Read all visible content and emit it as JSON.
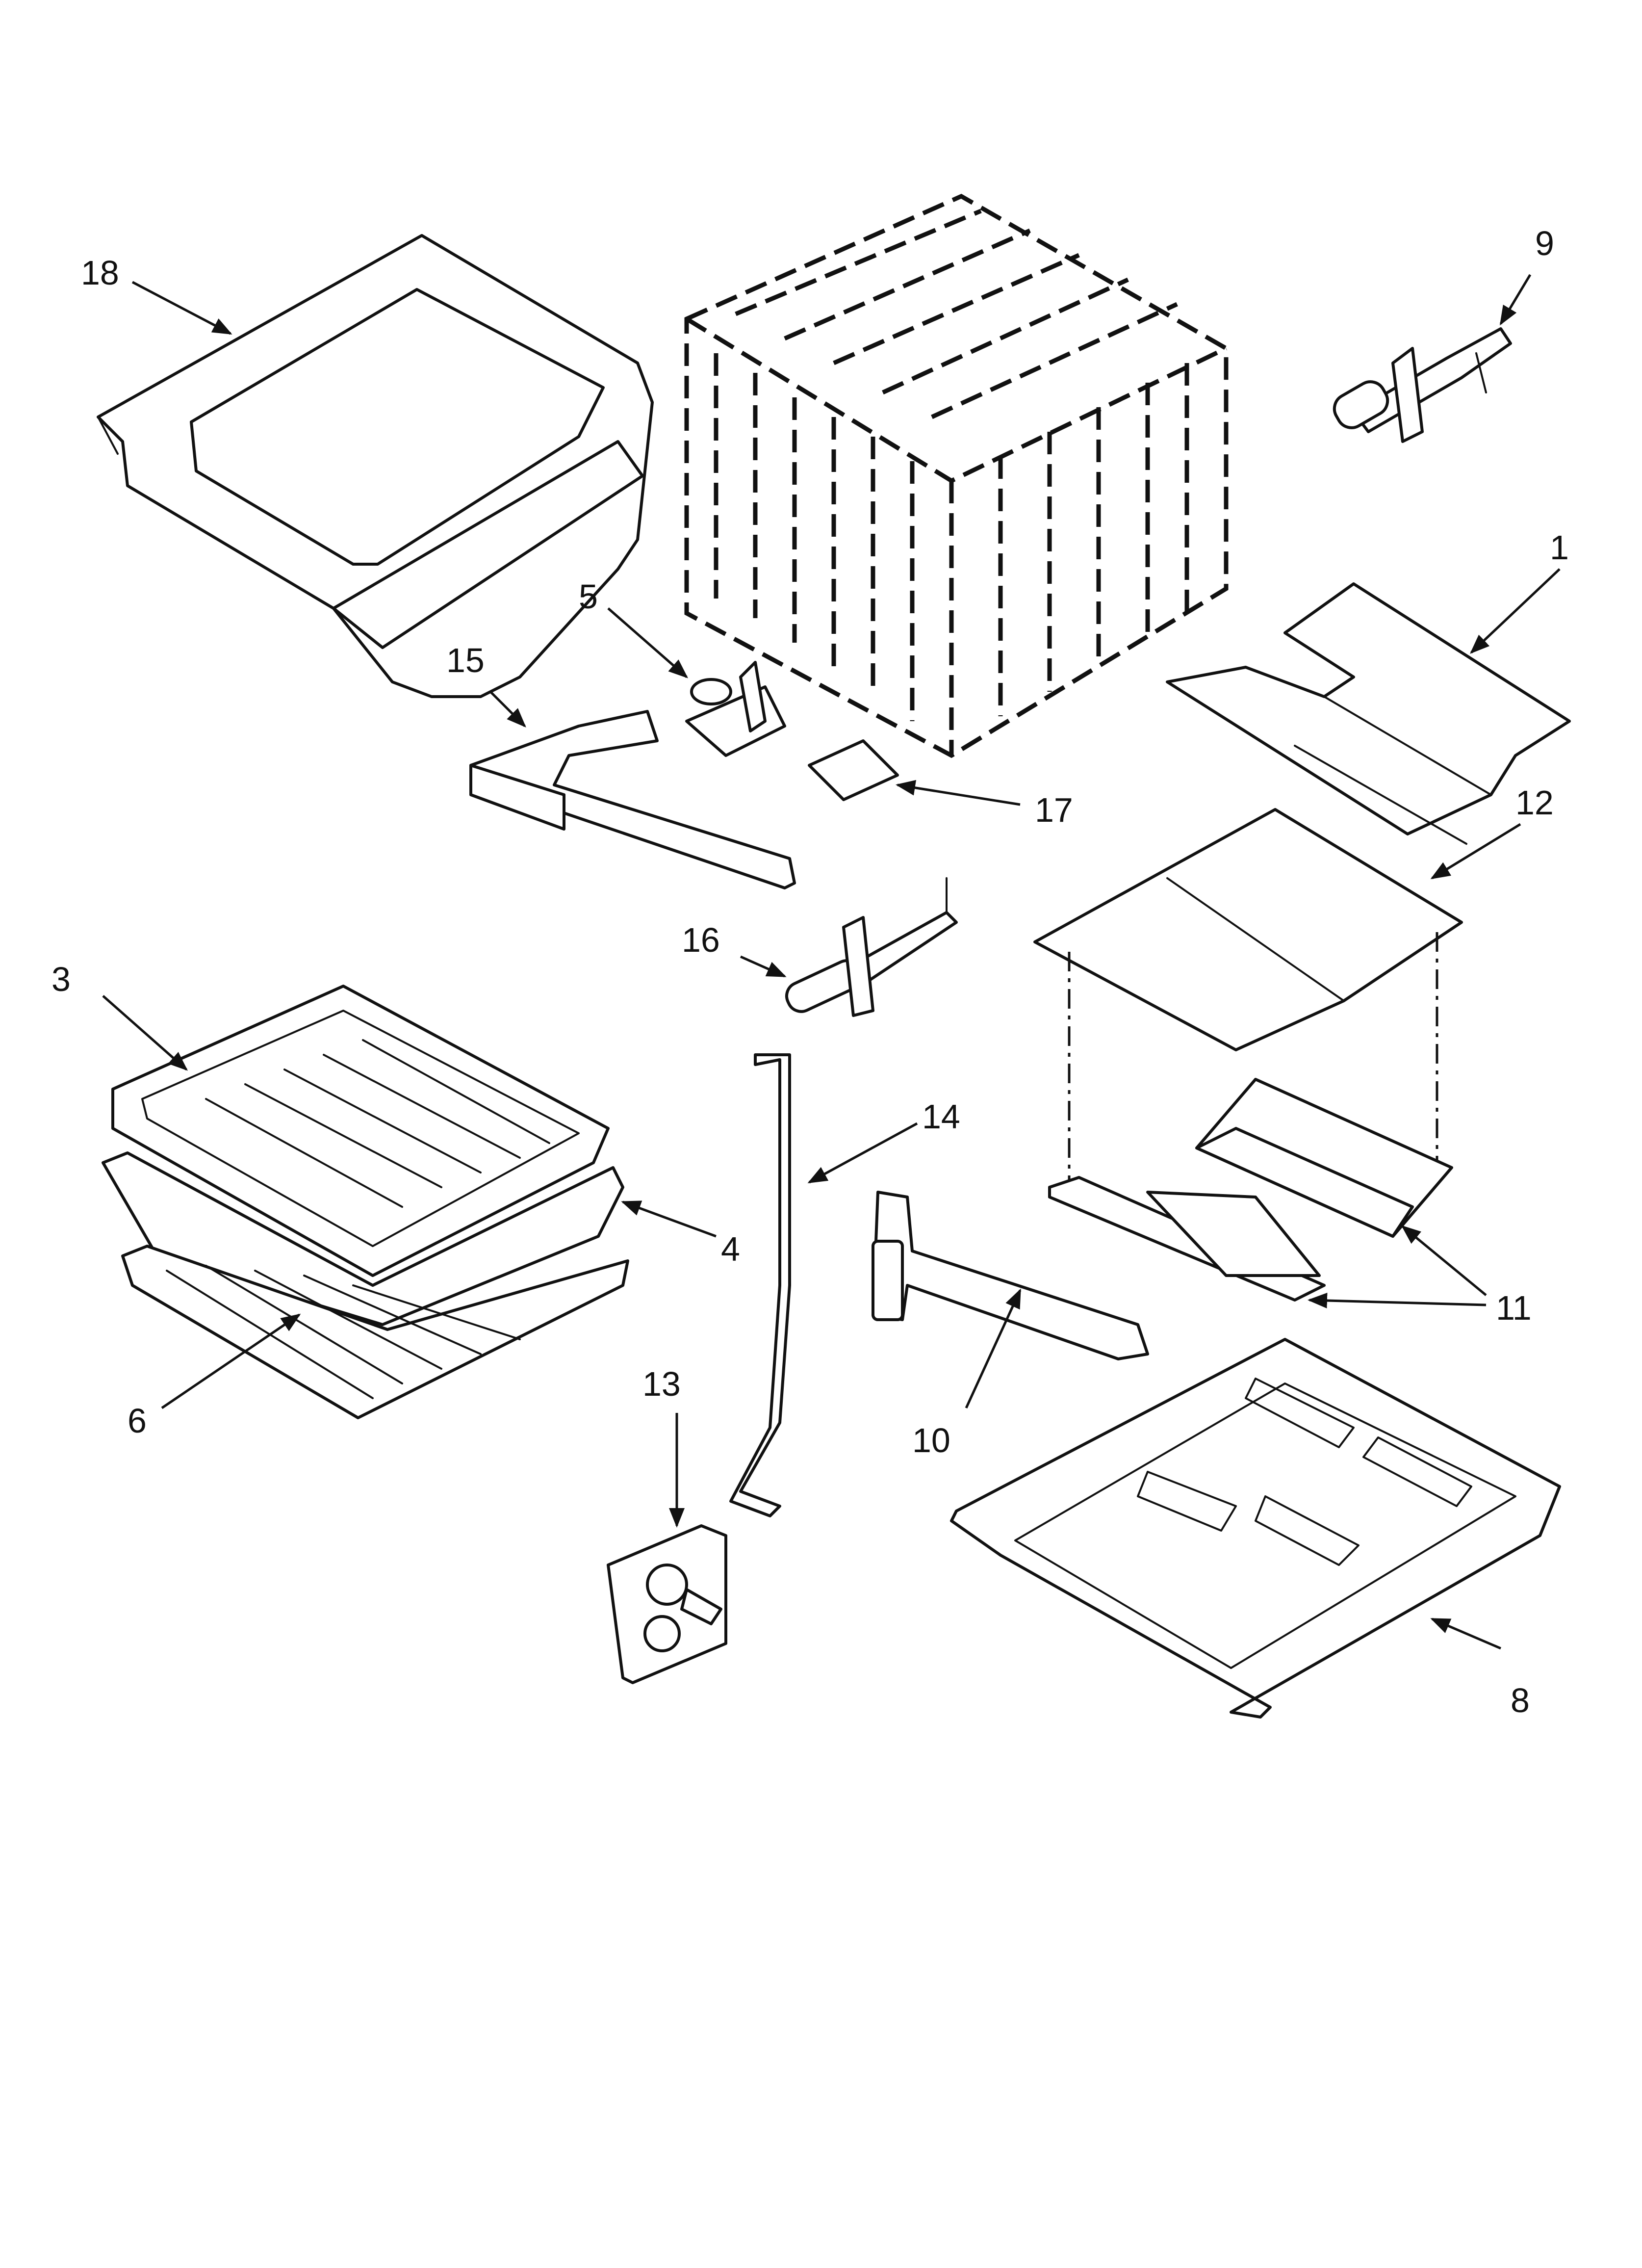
{
  "diagram": {
    "callouts": [
      {
        "id": "1",
        "label": "1"
      },
      {
        "id": "3",
        "label": "3"
      },
      {
        "id": "4",
        "label": "4"
      },
      {
        "id": "5",
        "label": "5"
      },
      {
        "id": "6",
        "label": "6"
      },
      {
        "id": "8",
        "label": "8"
      },
      {
        "id": "9",
        "label": "9"
      },
      {
        "id": "10",
        "label": "10"
      },
      {
        "id": "11",
        "label": "11"
      },
      {
        "id": "12",
        "label": "12"
      },
      {
        "id": "13",
        "label": "13"
      },
      {
        "id": "14",
        "label": "14"
      },
      {
        "id": "15",
        "label": "15"
      },
      {
        "id": "16",
        "label": "16"
      },
      {
        "id": "17",
        "label": "17"
      },
      {
        "id": "18",
        "label": "18"
      }
    ]
  }
}
